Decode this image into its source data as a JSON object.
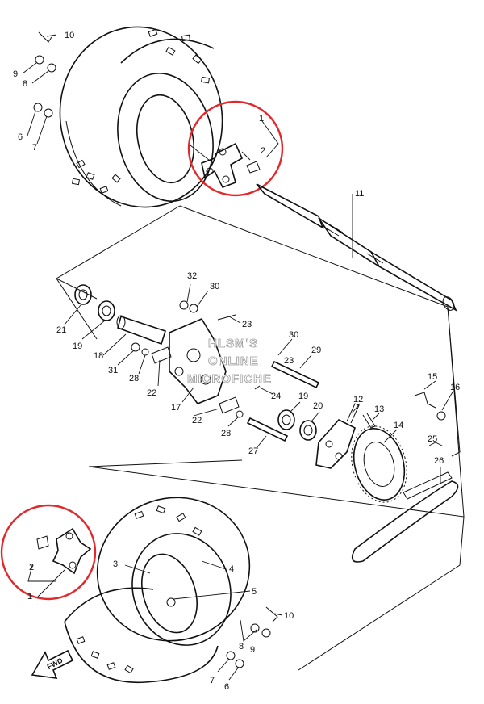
{
  "watermark": {
    "line1": "HLSM'S",
    "line2": "ONLINE",
    "line3": "MICROFICHE"
  },
  "fwd_label": "FWD",
  "highlight_color": "#e3282b",
  "callouts": {
    "c1_top": "1",
    "c2_top": "2",
    "c6_top": "6",
    "c7_top": "7",
    "c8_top": "8",
    "c9_top": "9",
    "c10_top": "10",
    "c11": "11",
    "c12": "12",
    "c13": "13",
    "c14": "14",
    "c15": "15",
    "c16": "16",
    "c17": "17",
    "c18": "18",
    "c19_left": "19",
    "c19_right": "19",
    "c20": "20",
    "c21": "21",
    "c22_upper": "22",
    "c22_lower": "22",
    "c23_upper": "23",
    "c23_lower": "23",
    "c24": "24",
    "c25": "25",
    "c26": "26",
    "c27": "27",
    "c28_left": "28",
    "c28_right": "28",
    "c29": "29",
    "c30_upper": "30",
    "c30_lower": "30",
    "c31": "31",
    "c32": "32",
    "c1_bottom": "1",
    "c2_bottom": "2",
    "c3": "3",
    "c4": "4",
    "c5": "5",
    "c6_bottom": "6",
    "c7_bottom": "7",
    "c8_bottom": "8",
    "c9_bottom": "9",
    "c10_bottom": "10"
  }
}
